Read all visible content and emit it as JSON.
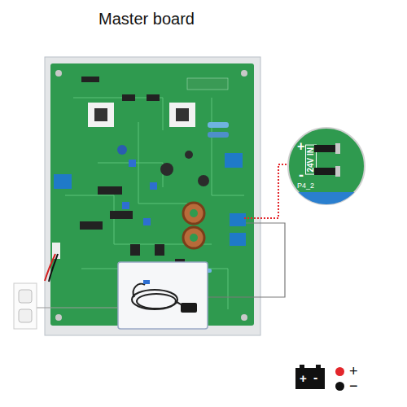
{
  "diagram": {
    "title": "Master board",
    "nodes": [
      {
        "text": [
          "+",
          "24V IN",
          "-",
          "P4_2"
        ]
      },
      {
        "text": [
          "+",
          "-"
        ]
      }
    ],
    "legend": [
      {
        "text": "+",
        "color": "#e3262b"
      },
      {
        "text": "−",
        "color": "#111111"
      }
    ]
  }
}
